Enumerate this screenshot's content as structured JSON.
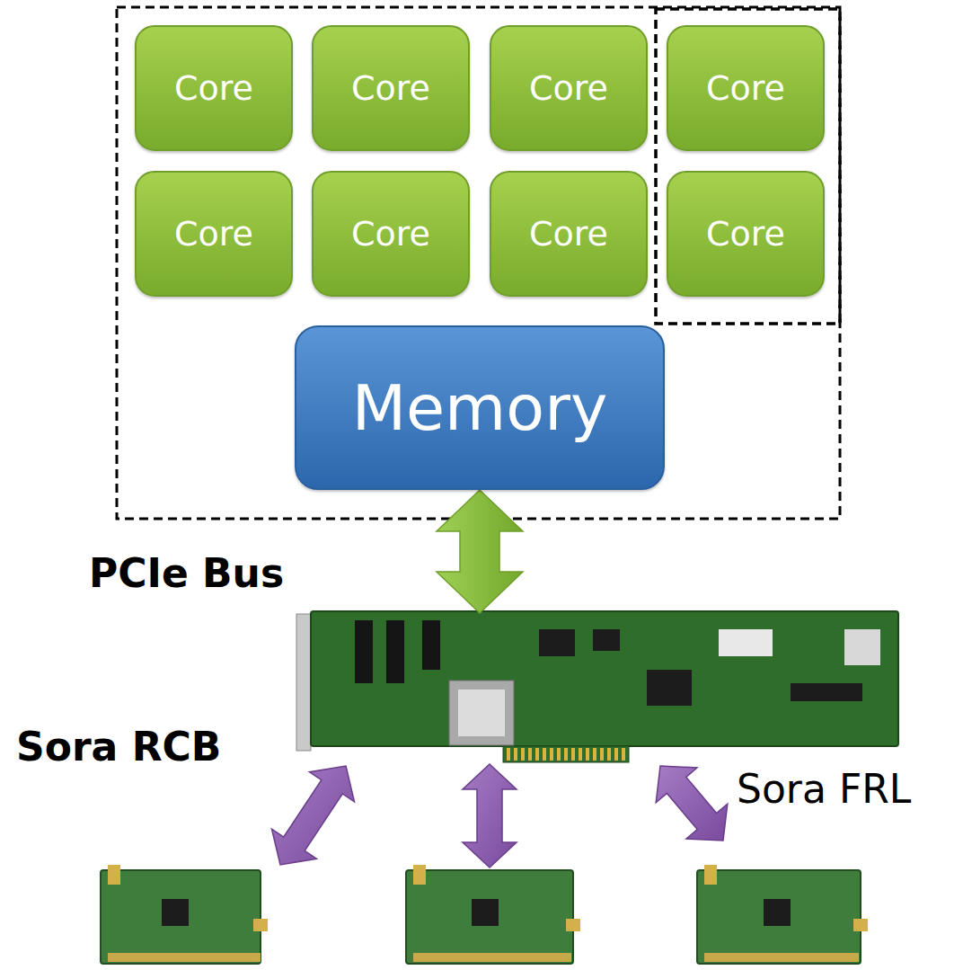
{
  "diagram": {
    "nodes": [
      {
        "text": [
          "Core"
        ]
      },
      {
        "text": [
          "Core"
        ]
      },
      {
        "text": [
          "Core"
        ]
      },
      {
        "text": [
          "Core"
        ]
      },
      {
        "text": [
          "Core"
        ]
      },
      {
        "text": [
          "Core"
        ]
      },
      {
        "text": [
          "Core"
        ]
      },
      {
        "text": [
          "Core"
        ]
      },
      {
        "text": [
          "Memory"
        ]
      },
      {
        "text": [
          "Sora RCB"
        ]
      }
    ],
    "edges": [
      {
        "from": 8,
        "to": 9,
        "arrow": "both",
        "label": "PCIe Bus"
      }
    ],
    "labels": [
      "Sora FRL"
    ]
  }
}
